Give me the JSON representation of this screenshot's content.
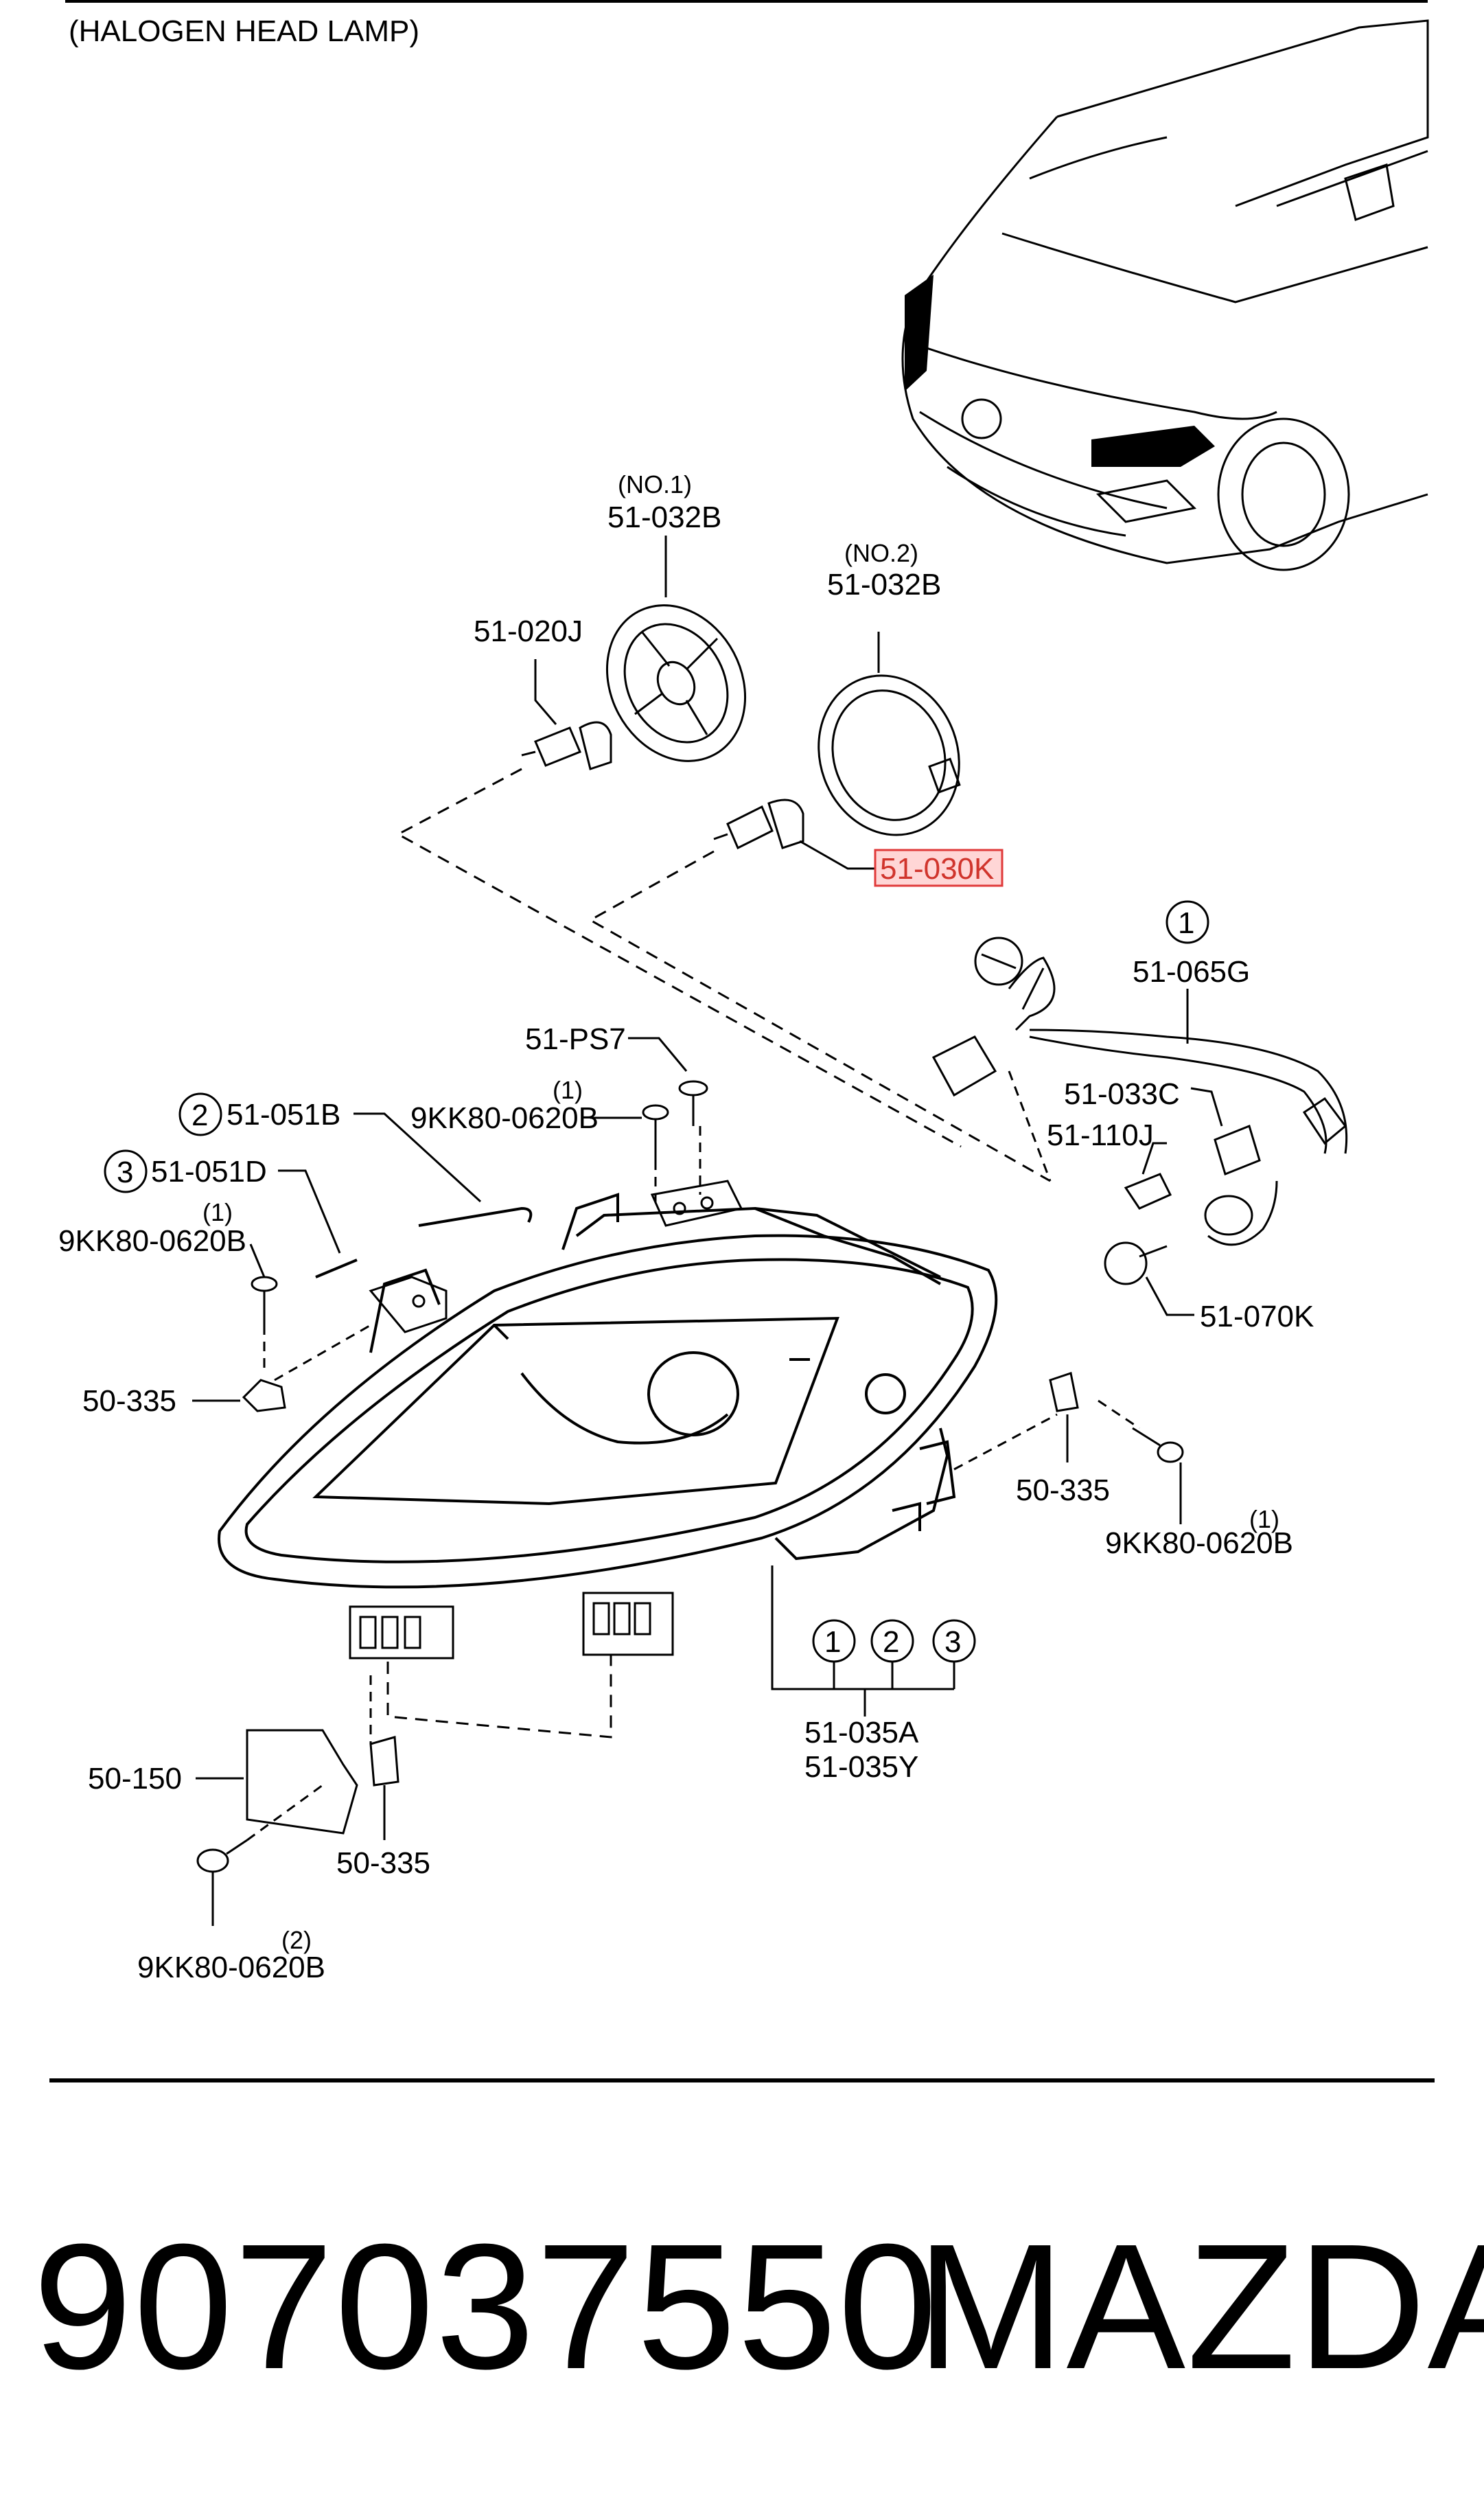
{
  "diagram_title": "(HALOGEN HEAD LAMP)",
  "labels": {
    "no1": "(NO.1)",
    "part_51_032B_a": "51-032B",
    "no2": "(NO.2)",
    "part_51_032B_b": "51-032B",
    "part_51_020J": "51-020J",
    "part_51_030K": "51-030K",
    "circle_1_top": "1",
    "part_51_065G": "51-065G",
    "part_51_PS7": "51-PS7",
    "qty_1_a": "(1)",
    "part_9KK80_a": "9KK80-0620B",
    "circle_2": "2",
    "part_51_051B": "51-051B",
    "circle_3": "3",
    "part_51_051D": "51-051D",
    "qty_1_b": "(1)",
    "part_9KK80_b": "9KK80-0620B",
    "part_51_033C": "51-033C",
    "part_51_110J": "51-110J",
    "part_51_070K": "51-070K",
    "part_50_335_a": "50-335",
    "part_50_335_b": "50-335",
    "qty_1_c": "(1)",
    "part_9KK80_c": "9KK80-0620B",
    "circle_1_bottom": "1",
    "circle_2_bottom": "2",
    "circle_3_bottom": "3",
    "part_51_035A": "51-035A",
    "part_51_035Y": "51-035Y",
    "part_50_150": "50-150",
    "part_50_335_c": "50-335",
    "qty_2": "(2)",
    "part_9KK80_d": "9KK80-0620B"
  },
  "highlight": {
    "part": "51-030K",
    "color": "#e03a3a"
  },
  "footer": {
    "part_number": "907037550",
    "brand": "MAZDA"
  },
  "icons": [
    "car-icon",
    "headlamp-icon",
    "bulb-icon",
    "screw-icon",
    "clip-icon",
    "wire-harness-icon"
  ]
}
